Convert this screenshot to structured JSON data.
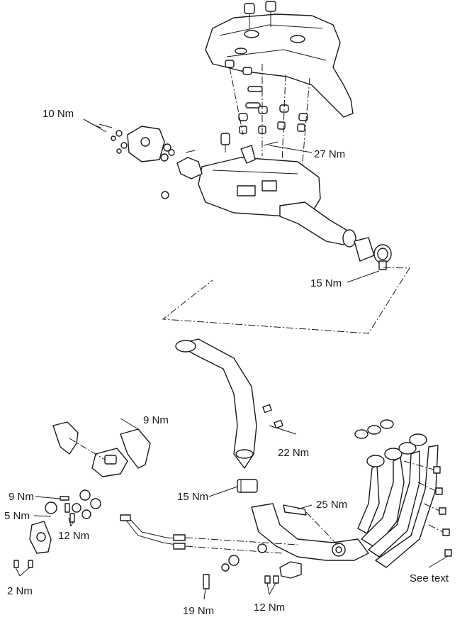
{
  "diagram": {
    "labels": {
      "torque_10": "10 Nm",
      "torque_27": "27 Nm",
      "torque_15_clamp": "15 Nm",
      "torque_9_top": "9 Nm",
      "torque_22": "22 Nm",
      "torque_9_left": "9 Nm",
      "torque_5": "5 Nm",
      "torque_12_left": "12 Nm",
      "torque_15_mid": "15 Nm",
      "torque_25": "25 Nm",
      "torque_2": "2 Nm",
      "torque_19": "19 Nm",
      "torque_12_bottom": "12 Nm",
      "see_text": "See text"
    }
  }
}
